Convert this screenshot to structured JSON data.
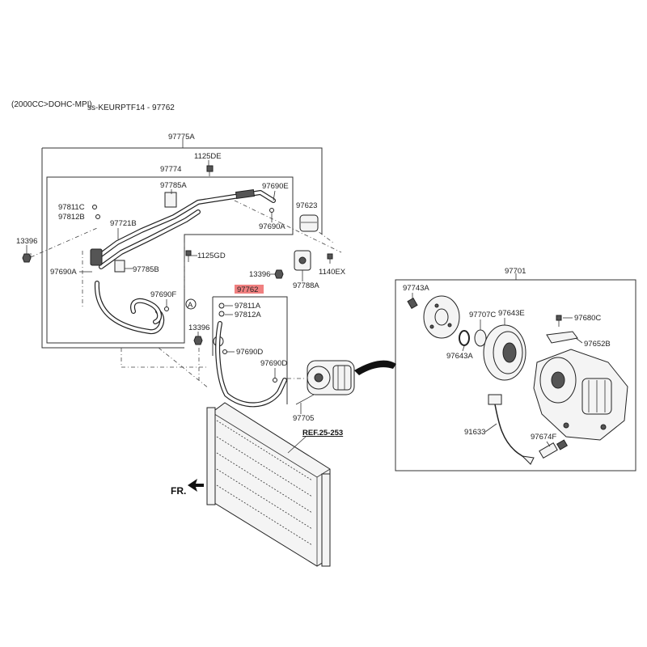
{
  "header": {
    "engine_note": "(2000CC>DOHC-MPI)",
    "overlay_note": "ss-KEURPTF14 - 97762"
  },
  "highlight_color": "#f08080",
  "labels": {
    "p97775A": "97775A",
    "p1125DE": "1125DE",
    "p97774": "97774",
    "p97785A": "97785A",
    "p97690E": "97690E",
    "p97623": "97623",
    "p97811C_top": "97811C",
    "p97812B": "97812B",
    "p97721B": "97721B",
    "p97690A_right": "97690A",
    "p13396_left": "13396",
    "p97690A_left": "97690A",
    "p97785B": "97785B",
    "p1125GD": "1125GD",
    "p13396_mid": "13396",
    "p1140EX": "1140EX",
    "p97788A": "97788A",
    "p97762": "97762",
    "p97690F": "97690F",
    "p97811A": "97811A",
    "p97812A": "97812A",
    "p13396_low": "13396",
    "p97690D_a": "97690D",
    "p97690D_b": "97690D",
    "p97705": "97705",
    "p97701": "97701",
    "p97743A": "97743A",
    "p97707C": "97707C",
    "p97643E": "97643E",
    "p97680C": "97680C",
    "p97652B": "97652B",
    "p97643A": "97643A",
    "p91633": "91633",
    "p97674F": "97674F",
    "ref_253": "REF.25-253",
    "front": "FR.",
    "circle_a1": "A",
    "circle_a2": "A"
  }
}
